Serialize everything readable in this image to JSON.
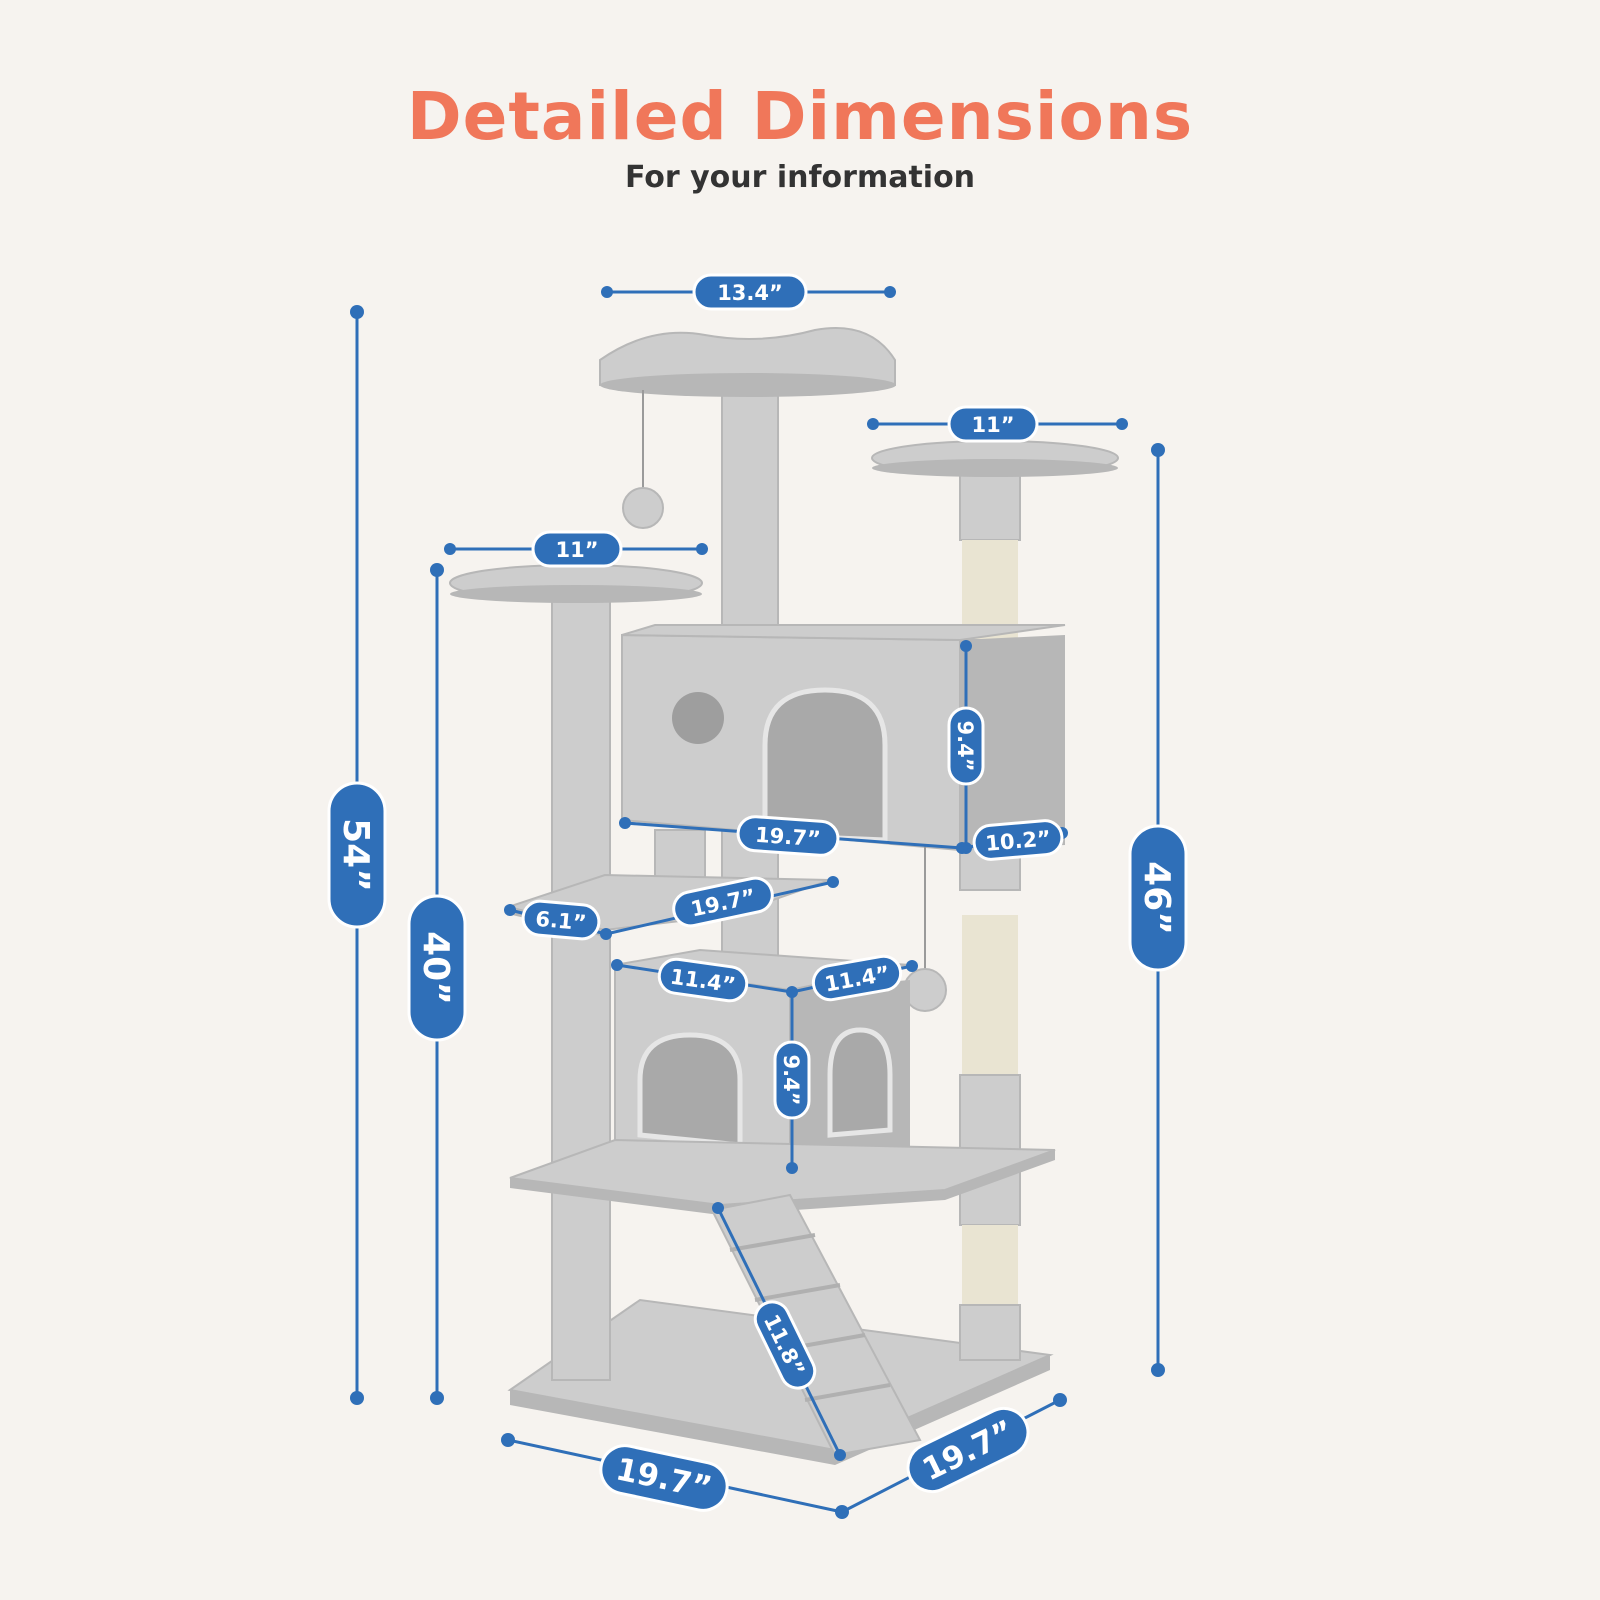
{
  "header": {
    "title": "Detailed Dimensions",
    "subtitle": "For your information"
  },
  "colors": {
    "background": "#f6f3ef",
    "title": "#f0775a",
    "subtitle": "#333333",
    "accent": "#2f6fb8",
    "plush": "#cdcdcd",
    "plush_dark": "#b7b7b7",
    "sisal": "#e9e4d2"
  },
  "dimensions": {
    "overall_height": "54”",
    "left_height": "40”",
    "right_height": "46”",
    "top_perch_width": "13.4”",
    "right_platform_width": "11”",
    "left_platform_width": "11”",
    "upper_condo_height": "9.4”",
    "upper_condo_length": "19.7”",
    "upper_condo_depth": "10.2”",
    "mid_shelf_depth": "6.1”",
    "mid_shelf_length": "19.7”",
    "lower_condo_width": "11.4”",
    "lower_condo_depth": "11.4”",
    "lower_condo_height": "9.4”",
    "ramp_length": "11.8”",
    "base_length": "19.7”",
    "base_depth": "19.7”"
  }
}
